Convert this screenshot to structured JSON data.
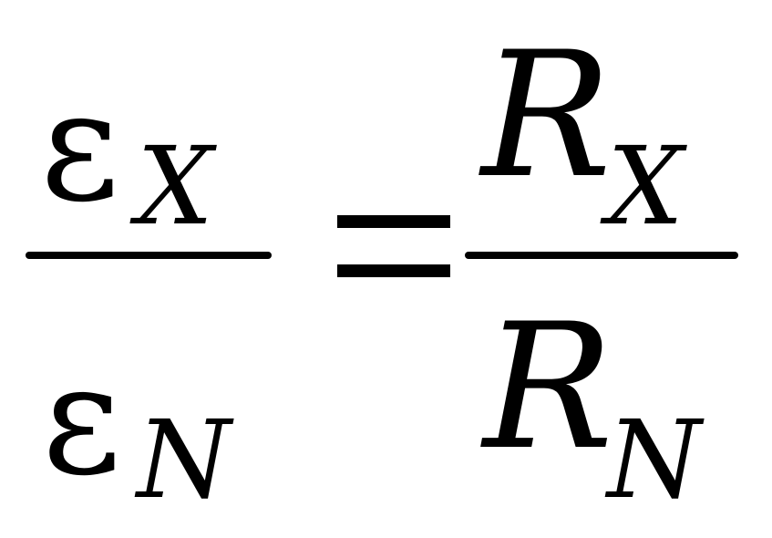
{
  "equation": {
    "left_fraction": {
      "numerator": {
        "symbol": "ε",
        "subscript": "X"
      },
      "denominator": {
        "symbol": "ε",
        "subscript": "N"
      }
    },
    "operator": "=",
    "right_fraction": {
      "numerator": {
        "symbol": "R",
        "subscript": "X"
      },
      "denominator": {
        "symbol": "R",
        "subscript": "N"
      }
    }
  }
}
